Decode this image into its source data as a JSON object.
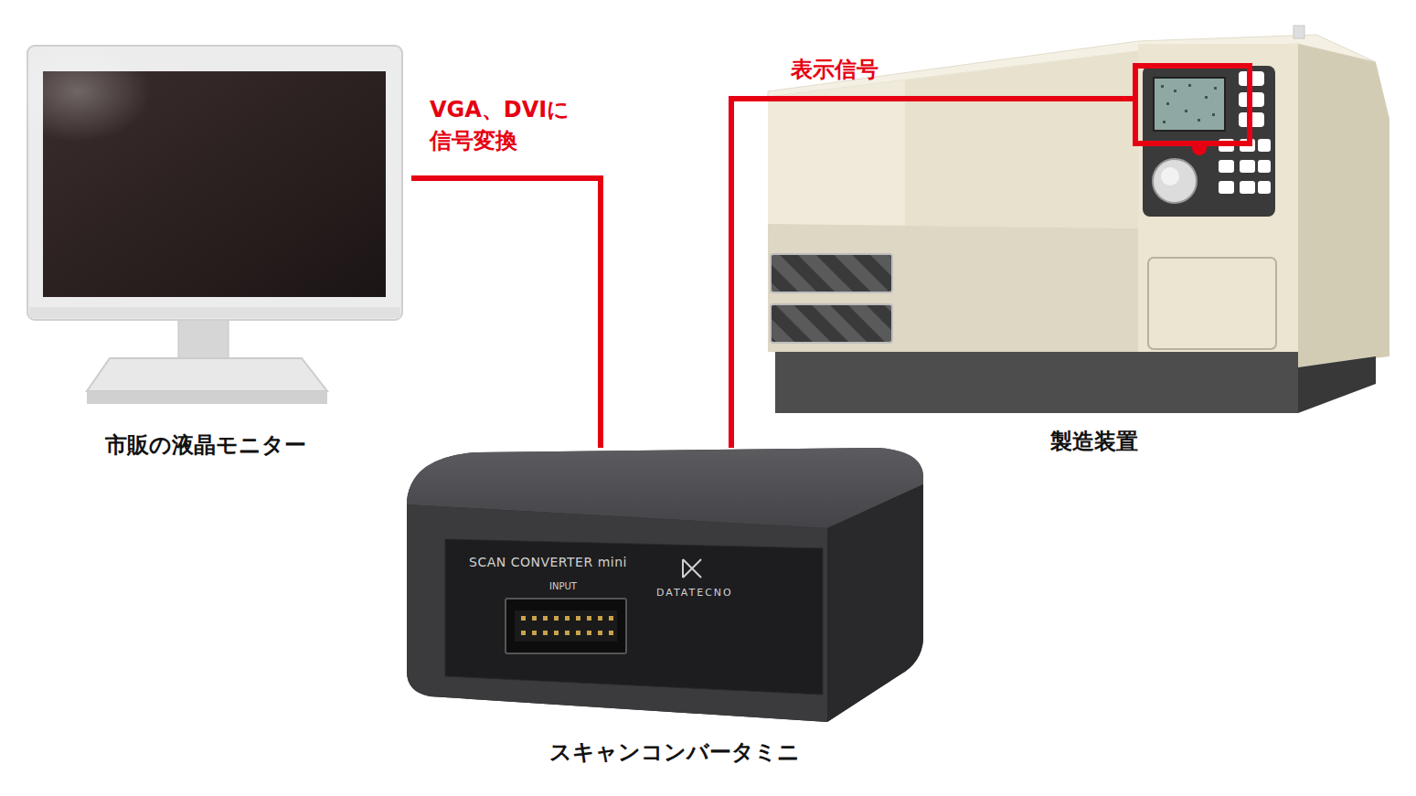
{
  "diagram": {
    "nodes": [
      {
        "text": [
          "市販の液晶モニター"
        ]
      },
      {
        "text": [
          "製造装置"
        ]
      },
      {
        "text": [
          "SCAN CONVERTER mini",
          "INPUT",
          "DATATECNO",
          "スキャンコンバータミニ"
        ]
      }
    ],
    "edges": [
      {
        "from": 2,
        "to": 0,
        "arrow": "none",
        "label": "VGA、DVIに 信号変換"
      },
      {
        "from": 1,
        "to": 2,
        "arrow": "none",
        "label": "表示信号"
      }
    ]
  }
}
